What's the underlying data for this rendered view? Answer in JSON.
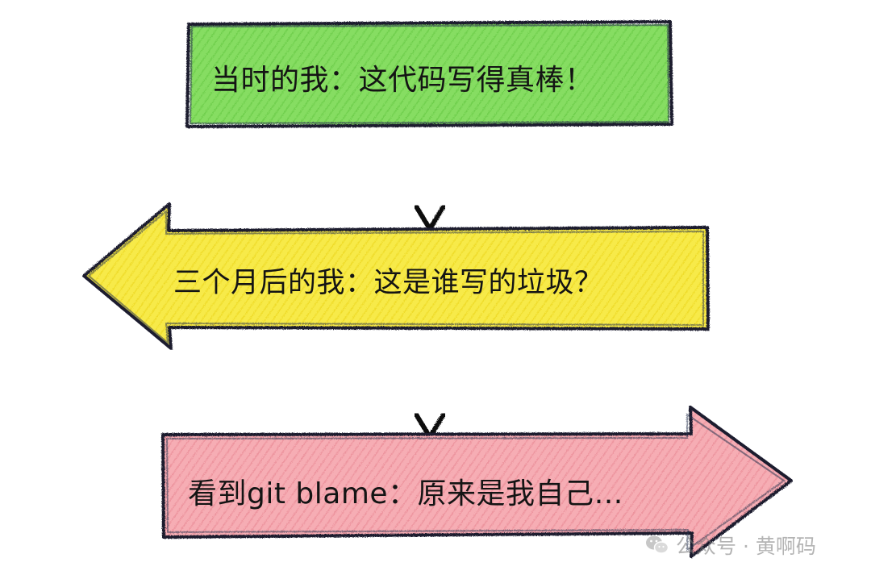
{
  "diagram": {
    "steps": [
      {
        "id": "step-1",
        "text": "当时的我：这代码写得真棒！",
        "fill": "#7ed957",
        "shape": "box"
      },
      {
        "id": "step-2",
        "text": "三个月后的我：这是谁写的垃圾？",
        "fill": "#f5e63c",
        "shape": "arrow-left"
      },
      {
        "id": "step-3",
        "text": "看到git blame：原来是我自己…",
        "fill": "#f4a0a8",
        "shape": "arrow-right"
      }
    ],
    "outline_color": "#1a1a2e",
    "connector_color": "#111111"
  },
  "watermark": {
    "text": "公众号 · 黄啊码",
    "icon": "wechat-icon"
  }
}
